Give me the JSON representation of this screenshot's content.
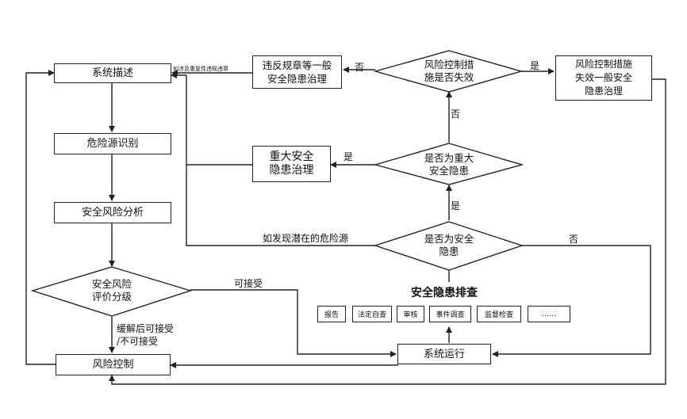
{
  "nodes": {
    "system_description": "系统描述",
    "hazard_identification": "危险源识别",
    "risk_analysis": "安全风险分析",
    "risk_grading": "安全风险\n评价分级",
    "risk_control": "风险控制",
    "system_operation": "系统运行",
    "is_hazard": "是否为安全\n隐患",
    "is_major_hazard": "是否为重大\n安全隐患",
    "control_failed": "风险控制措\n施是否失效",
    "major_hazard_governance": "重大安全\n隐患治理",
    "general_hazard_violation": "违反规章等一般\n安全隐患治理",
    "general_hazard_control_failure": "风险控制措施\n失效一般安全\n隐患治理"
  },
  "labels": {
    "yes_1": "是",
    "yes_2": "是",
    "yes_3": "是",
    "no_1": "否",
    "no_2": "否",
    "no_3": "否",
    "acceptable": "可接受",
    "after_mitigation": "缓解后可接受\n/不可接受",
    "potential_hazard": "如发现潜在的危险源",
    "involves_repeated_violation": "如涉及重复性违规违章"
  },
  "inspection": {
    "title": "安全隐患排查",
    "items": [
      "报告",
      "法定自查",
      "审核",
      "事件调查",
      "监督检查",
      "……"
    ]
  }
}
